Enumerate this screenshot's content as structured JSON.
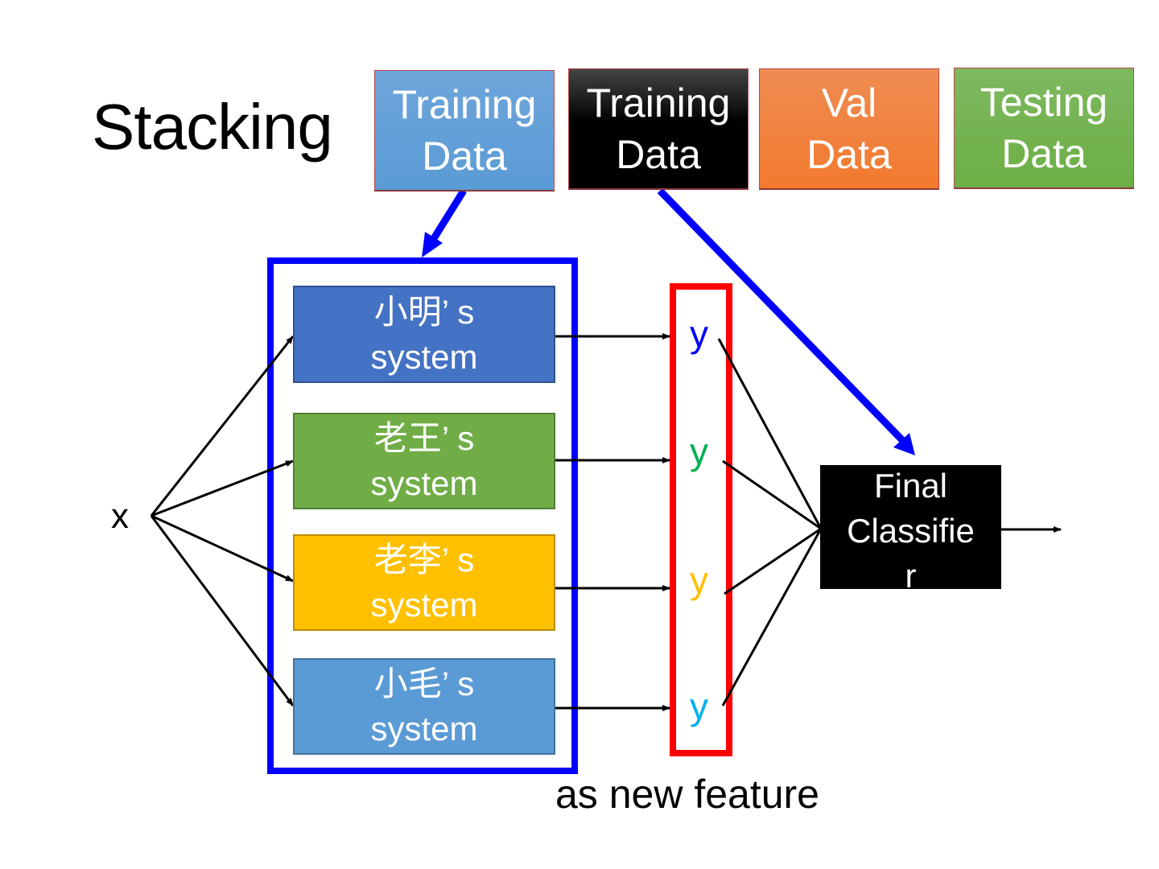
{
  "title": "Stacking",
  "data_boxes": [
    {
      "line1": "Training",
      "line2": "Data",
      "color": "#5b9bd5"
    },
    {
      "line1": "Training",
      "line2": "Data",
      "color": "#000000"
    },
    {
      "line1": "Val",
      "line2": "Data",
      "color": "#ed7d31"
    },
    {
      "line1": "Testing",
      "line2": "Data",
      "color": "#70ad47"
    }
  ],
  "input_label": "x",
  "systems": [
    {
      "line1": "小明’ s",
      "line2": "system",
      "color": "#4472c4",
      "border": "#2f528f"
    },
    {
      "line1": "老王’ s",
      "line2": "system",
      "color": "#70ad47",
      "border": "#507e32"
    },
    {
      "line1": "老李’ s",
      "line2": "system",
      "color": "#ffc000",
      "border": "#bc8c00"
    },
    {
      "line1": "小毛’ s",
      "line2": "system",
      "color": "#5b9bd5",
      "border": "#41719c"
    }
  ],
  "outputs": [
    {
      "label": "y",
      "color": "#0000ff"
    },
    {
      "label": "y",
      "color": "#00b050"
    },
    {
      "label": "y",
      "color": "#ffc000"
    },
    {
      "label": "y",
      "color": "#00b0f0"
    }
  ],
  "final_classifier": {
    "line1": "Final",
    "line2": "Classifie",
    "line3": "r"
  },
  "feature_caption": "as new feature",
  "colors": {
    "systems_frame": "#0000ff",
    "outputs_frame": "#ff0000",
    "arrow_blue": "#0000ff",
    "arrow_black": "#000000"
  }
}
